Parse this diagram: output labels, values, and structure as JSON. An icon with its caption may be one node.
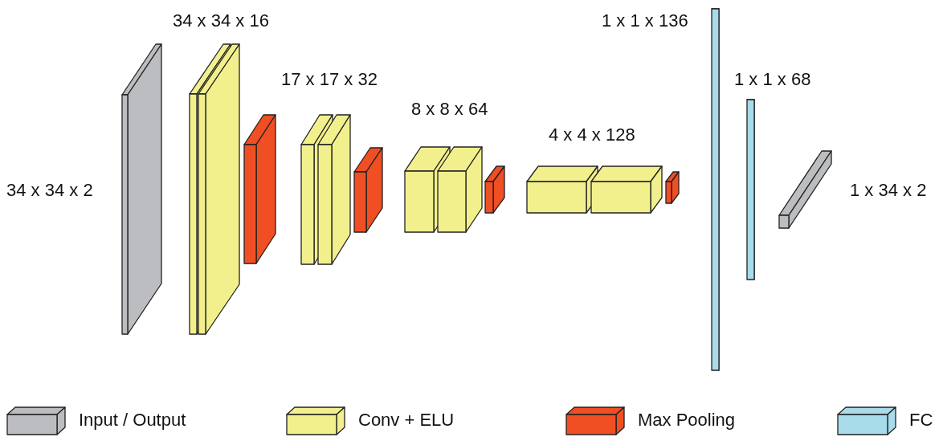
{
  "diagram": {
    "labels": [
      "34 x 34 x 2",
      "34 x 34 x 16",
      "17 x 17 x 32",
      "8 x 8 x 64",
      "4 x 4 x 128",
      "1 x 1 x 136",
      "1 x 1 x 68",
      "1 x 34 x 2"
    ],
    "legend": [
      {
        "text": "Input / Output",
        "color": "#bcbdc0"
      },
      {
        "text": "Conv + ELU",
        "color": "#f2f08d"
      },
      {
        "text": "Max Pooling",
        "color": "#f04e23"
      },
      {
        "text": "FC",
        "color": "#a8dcea"
      }
    ]
  }
}
